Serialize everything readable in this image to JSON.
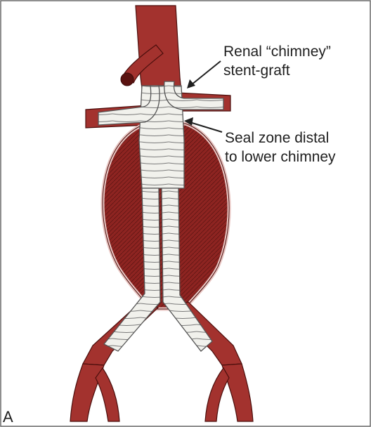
{
  "figure": {
    "panel_letter": "A",
    "annotations": {
      "chimney": {
        "line1": "Renal “chimney”",
        "line2": "stent-graft"
      },
      "seal_zone": {
        "line1": "Seal zone distal",
        "line2": "to lower chimney"
      }
    },
    "colors": {
      "vessel": "#a3322e",
      "vessel_dark": "#6f1a18",
      "aneurysm": "#8e2421",
      "graft": "#f1f1ec",
      "graft_lines": "#7d7d7d",
      "frame": "#6a6a6a"
    }
  }
}
